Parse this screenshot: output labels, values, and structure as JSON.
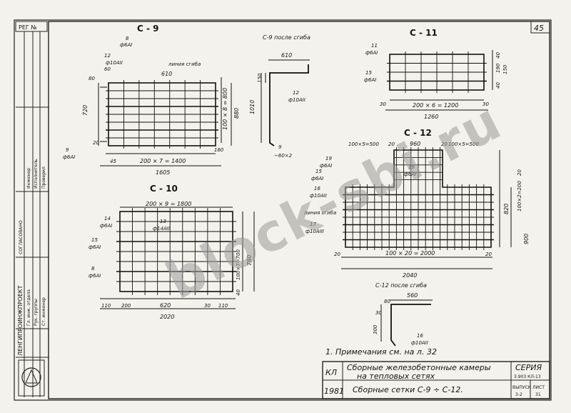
{
  "sheet": {
    "reg_no": "РЕГ №",
    "sheet_no": "45",
    "watermark": "block-sbi.ru"
  },
  "c9": {
    "title": "С - 9",
    "labels": [
      "8",
      "ф6АI",
      "12",
      "ф10АII",
      "60",
      "линия сгиба",
      "610",
      "80",
      "720",
      "20",
      "45",
      "200 × 7 = 1400",
      "160",
      "1605",
      "100 × 8 = 800",
      "880",
      "9",
      "ф6АI"
    ]
  },
  "c9_bent": {
    "title": "С-9 после сгиба",
    "labels": [
      "610",
      "150",
      "1010",
      "12",
      "ф10АII",
      "9",
      "~60×2"
    ]
  },
  "c11": {
    "title": "С - 11",
    "labels": [
      "11",
      "ф6АI",
      "15",
      "ф6АI",
      "30",
      "200 × 6 = 1200",
      "30",
      "1260",
      "40",
      "190",
      "150",
      "40"
    ]
  },
  "c12": {
    "title": "С - 12",
    "labels": [
      "100×5=500",
      "20",
      "960",
      "20",
      "100×5=500",
      "19",
      "ф6АI",
      "19",
      "ф6АI",
      "15",
      "ф6АI",
      "16",
      "ф10АII",
      "линия сгиба",
      "17",
      "ф10АIII",
      "20",
      "100 × 20 = 2000",
      "20",
      "2040",
      "20",
      "820",
      "900",
      "100×2=200"
    ]
  },
  "c10": {
    "title": "С - 10",
    "labels": [
      "200 × 9 = 1800",
      "14",
      "ф6АI",
      "13",
      "ф14АII",
      "15",
      "ф6АI",
      "8",
      "ф6АI",
      "110",
      "200",
      "620",
      "30",
      "110",
      "2020",
      "40",
      "100×7=700",
      "780"
    ]
  },
  "c12_bent": {
    "title": "С-12 после сгиба",
    "labels": [
      "560",
      "80",
      "30",
      "300",
      "16",
      "ф10АII"
    ]
  },
  "note": "1. Примечания см. на л. 32",
  "side_stamps": {
    "institute": "ЛЕНГИПРОИНЖПРОЕКТ",
    "agreed": "СОГЛАСОВАНО",
    "lines": [
      "Гл. инж. отдела",
      "Рук. группы",
      "Ст. инженер",
      "Инженер",
      "Исполнитель",
      "Проверил"
    ]
  },
  "title_block": {
    "code": "КЛ",
    "year": "1981",
    "description_line1": "Сборные железобетонные камеры",
    "description_line2": "на тепловых сетях",
    "sheet_title": "Сборные сетки С-9 ÷ С-12.",
    "series_label": "СЕРИЯ",
    "series_value": "3.903 КЛ-13",
    "issue_label": "ВЫПУСК",
    "issue_value": "3-2",
    "sheet_label": "ЛИСТ",
    "sheet_value": "31"
  }
}
